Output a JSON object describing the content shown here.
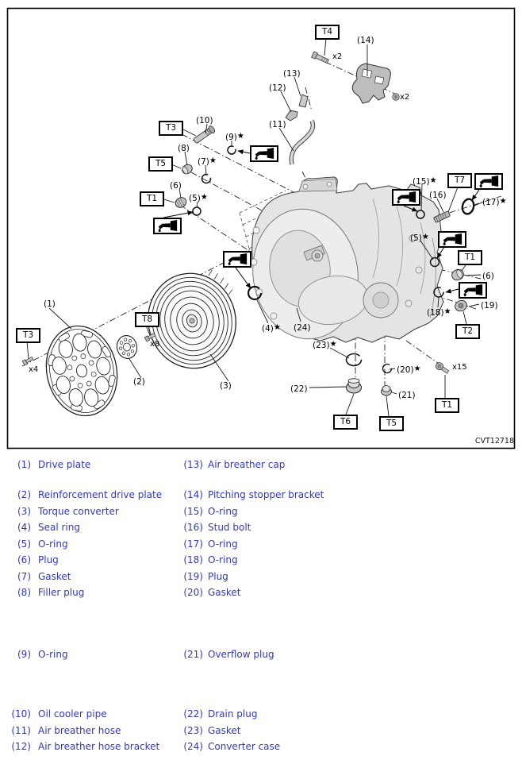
{
  "figure": {
    "code": "CVT12718",
    "tools": [
      "T4",
      "T3",
      "T5",
      "T1",
      "T7",
      "T1",
      "T2",
      "T8",
      "T3",
      "T6",
      "T5",
      "T1"
    ],
    "callouts": [
      {
        "t": "(1)",
        "s": ""
      },
      {
        "t": "(2)",
        "s": ""
      },
      {
        "t": "(3)",
        "s": ""
      },
      {
        "t": "(4)",
        "s": "★"
      },
      {
        "t": "(5)",
        "s": "★"
      },
      {
        "t": "(6)",
        "s": ""
      },
      {
        "t": "(7)",
        "s": "★"
      },
      {
        "t": "(8)",
        "s": ""
      },
      {
        "t": "(9)",
        "s": "★"
      },
      {
        "t": "(10)",
        "s": ""
      },
      {
        "t": "(11)",
        "s": ""
      },
      {
        "t": "(12)",
        "s": ""
      },
      {
        "t": "(13)",
        "s": ""
      },
      {
        "t": "(14)",
        "s": ""
      },
      {
        "t": "(15)",
        "s": "★"
      },
      {
        "t": "(16)",
        "s": ""
      },
      {
        "t": "(17)",
        "s": "★"
      },
      {
        "t": "(5)",
        "s": "★"
      },
      {
        "t": "(6)",
        "s": ""
      },
      {
        "t": "(18)",
        "s": "★"
      },
      {
        "t": "(19)",
        "s": ""
      },
      {
        "t": "(20)",
        "s": "★"
      },
      {
        "t": "(21)",
        "s": ""
      },
      {
        "t": "(22)",
        "s": ""
      },
      {
        "t": "(23)",
        "s": "★"
      },
      {
        "t": "(24)",
        "s": ""
      }
    ],
    "counts": [
      "x2",
      "x2",
      "x4",
      "x8",
      "x15"
    ]
  },
  "legend": {
    "rows": [
      {
        "ln": "(1)",
        "lt": "Drive plate",
        "rn": "(13)",
        "rt": "Air breather cap"
      },
      {
        "ln": "(2)",
        "lt": "Reinforcement drive plate",
        "rn": "(14)",
        "rt": "Pitching stopper bracket"
      },
      {
        "ln": "(3)",
        "lt": "Torque converter",
        "rn": "(15)",
        "rt": "O-ring"
      },
      {
        "ln": "(4)",
        "lt": "Seal ring",
        "rn": "(16)",
        "rt": "Stud bolt"
      },
      {
        "ln": "(5)",
        "lt": "O-ring",
        "rn": "(17)",
        "rt": "O-ring"
      },
      {
        "ln": "(6)",
        "lt": "Plug",
        "rn": "(18)",
        "rt": "O-ring"
      },
      {
        "ln": "(7)",
        "lt": "Gasket",
        "rn": "(19)",
        "rt": "Plug"
      },
      {
        "ln": "(8)",
        "lt": "Filler plug",
        "rn": "(20)",
        "rt": "Gasket"
      },
      {
        "ln": "(9)",
        "lt": "O-ring",
        "rn": "(21)",
        "rt": "Overflow plug"
      },
      {
        "ln": "(10)",
        "lt": "Oil cooler pipe",
        "rn": "(22)",
        "rt": "Drain plug"
      },
      {
        "ln": "(11)",
        "lt": "Air breather hose",
        "rn": "(23)",
        "rt": "Gasket"
      },
      {
        "ln": "(12)",
        "lt": "Air breather hose bracket",
        "rn": "(24)",
        "rt": "Converter case"
      }
    ]
  }
}
